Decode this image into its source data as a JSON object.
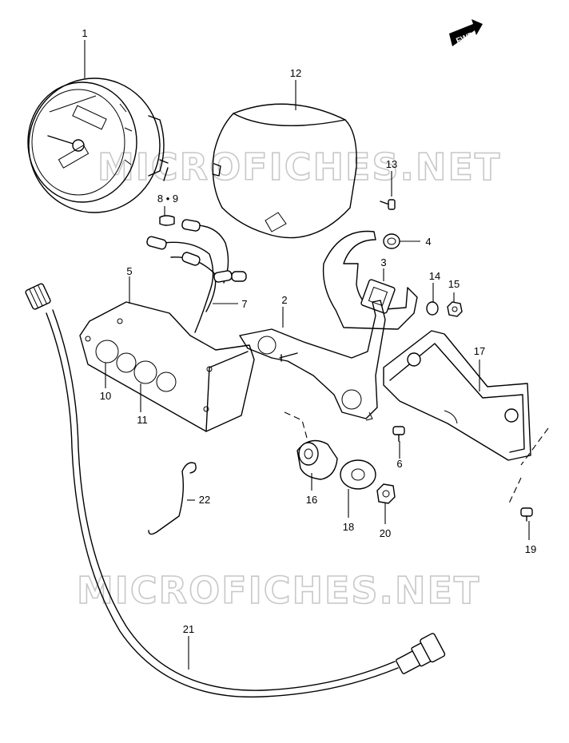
{
  "watermark": "MICROFICHES.NET",
  "direction_badge": "FWD",
  "callouts": [
    "1",
    "2",
    "3",
    "4",
    "5",
    "6",
    "7",
    "8 • 9",
    "10",
    "11",
    "12",
    "13",
    "14",
    "15",
    "16",
    "17",
    "18",
    "19",
    "20",
    "21",
    "22"
  ]
}
